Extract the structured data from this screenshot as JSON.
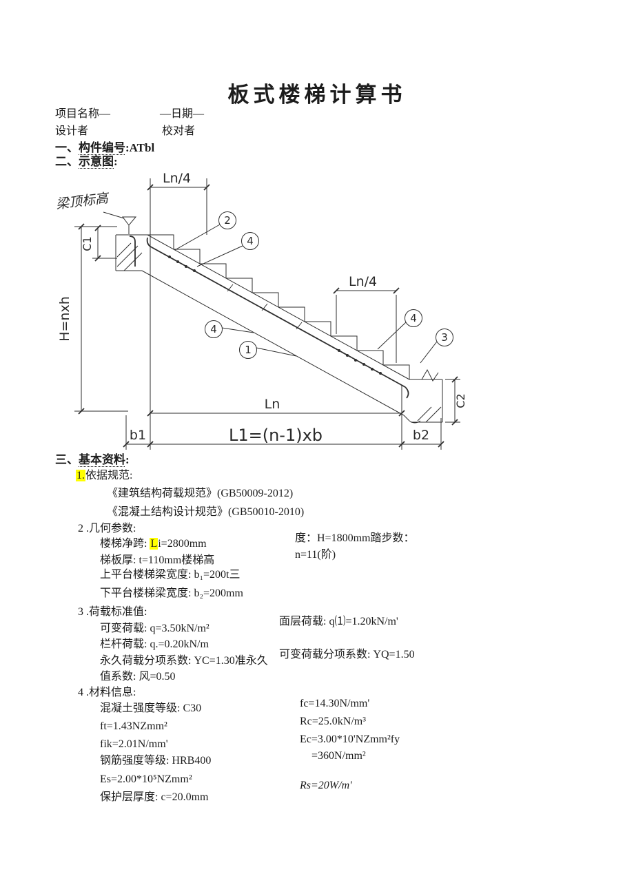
{
  "title": "板式楼梯计算书",
  "header": {
    "project_label": "项目名称—",
    "date_label": "—日期—",
    "designer_label": "设计者",
    "checker_label": "校对者"
  },
  "headings": {
    "h1_pre": "一、",
    "h1_word": "构件编号",
    "h1_post": ":ATbl",
    "h2_pre": "二、",
    "h2_word": "示意图",
    "h2_post": ":",
    "h3_pre": "三、",
    "h3_word": "基本资料",
    "h3_post": ":"
  },
  "diagram": {
    "ln4_top": "Ln/4",
    "beam_level": "梁顶标高",
    "c1": "C1",
    "h_dim": "H=nxh",
    "ln4_right": "Ln/4",
    "c2": "C2",
    "ln": "Ln",
    "b1": "b1",
    "l1": "L1=(n-1)xb",
    "b2": "b2",
    "circ1": "1",
    "circ2": "2",
    "circ3": "3",
    "circ4": "4"
  },
  "basics": {
    "item1_num": "1.",
    "item1_label": "依据规范:",
    "ref1": "《建筑结构荷载规范》(GB50009-2012)",
    "ref2": "《混凝土结构设计规范》(GB50010-2010)",
    "item2": "2 .几何参数:",
    "geo1_pre": "楼梯净跨: ",
    "geo1_hl": "L",
    "geo1_post": "i=2800mm",
    "geo1_right": "度：H=1800mm踏步数：",
    "geo2": "梯板厚: t=110mm楼梯高",
    "geo2_right": "n=11(阶)",
    "geo3": "上平台楼梯梁宽度: b₁=200t三",
    "geo4": "下平台楼梯梁宽度: b₂=200mm",
    "item3": "3 .荷载标准值:",
    "load1": "可变荷载: q=3.50kN/m²",
    "load1_right": "面层荷载: q⑴=1.20kN/m'",
    "load2": "栏杆荷载: q.=0.20kN/m",
    "load3": "永久荷载分项系数: YC=1.30准永久",
    "load3_right": "可变荷载分项系数: YQ=1.50",
    "load4": "值系数: 风=0.50",
    "item4": "4 .材料信息:",
    "mat1": "混凝土强度等级: C30",
    "mat1_right": "fc=14.30N/mm'",
    "mat2": "ft=1.43NZmm²",
    "mat2_right": "Rc=25.0kN/m³",
    "mat3": "fik=2.01N/mm'",
    "mat3_right": "Ec=3.00*10'NZmm²fy",
    "mat4": "钢筋强度等级: HRB400",
    "mat4_right": "=360N/mm²",
    "mat5": "Es=2.00*10⁵NZmm²",
    "mat5_right": "Rs=20W/m'",
    "mat6": "保护层厚度: c=20.0mm"
  }
}
